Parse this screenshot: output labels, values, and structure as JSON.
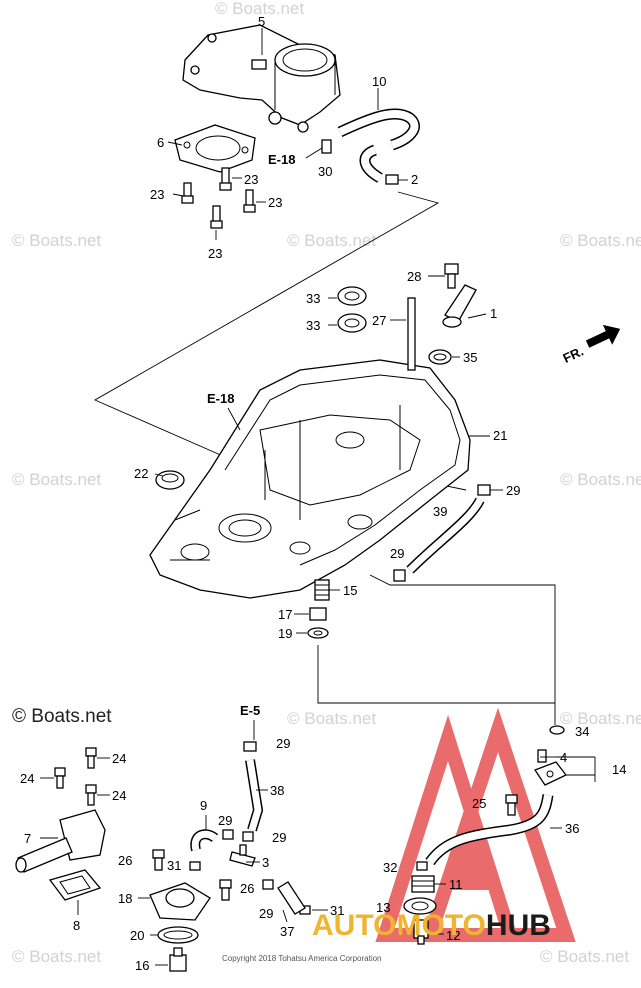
{
  "callouts": {
    "p1": "1",
    "p2": "2",
    "p3": "3",
    "p4": "4",
    "p5": "5",
    "p6": "6",
    "p7": "7",
    "p8": "8",
    "p9": "9",
    "p10": "10",
    "p11": "11",
    "p12": "12",
    "p13": "13",
    "p14": "14",
    "p15": "15",
    "p16": "16",
    "p17": "17",
    "p18": "18",
    "p19": "19",
    "p20": "20",
    "p21": "21",
    "p22": "22",
    "p23": "23",
    "p24": "24",
    "p25": "25",
    "p26": "26",
    "p27": "27",
    "p28": "28",
    "p29": "29",
    "p30": "30",
    "p31": "31",
    "p32": "32",
    "p33": "33",
    "p34": "34",
    "p35": "35",
    "p36": "36",
    "p37": "37",
    "p38": "38",
    "p39": "39"
  },
  "references": {
    "e18": "E-18",
    "e5": "E-5"
  },
  "direction": {
    "front": "FR."
  },
  "watermark": {
    "text": "© Boats.net"
  },
  "footer": {
    "copyright": "Copyright 2018 Tohatsu America Corporation"
  },
  "brand": {
    "part1": "AUTO",
    "part2": "MOTO",
    "part3": "HUB"
  },
  "colors": {
    "brand_red": "#e23a3a",
    "brand_gold": "#f0b431",
    "brand_dark": "#1b1b1b",
    "watermark": "#d2d2d2"
  }
}
